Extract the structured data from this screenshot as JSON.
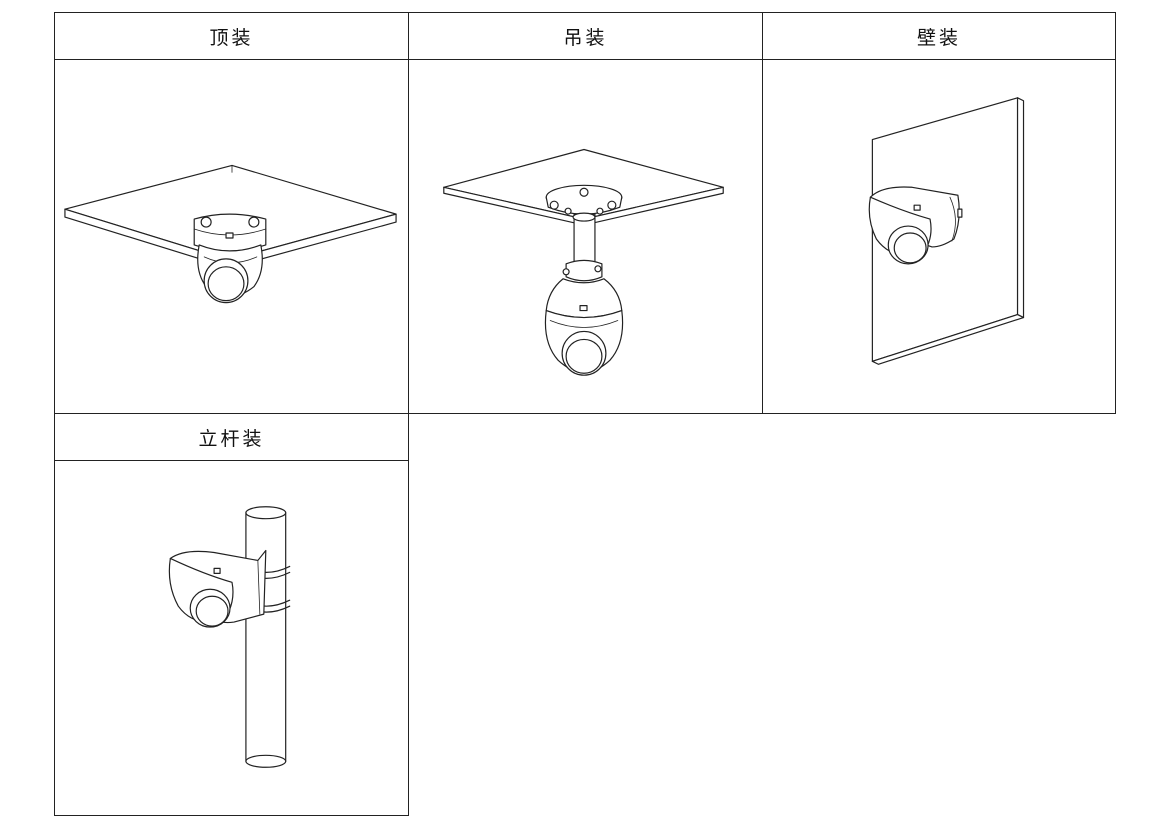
{
  "mounts": [
    {
      "label": "顶装",
      "icon": "ceiling-mount-camera-icon"
    },
    {
      "label": "吊装",
      "icon": "pendant-mount-camera-icon"
    },
    {
      "label": "壁装",
      "icon": "wall-mount-camera-icon"
    },
    {
      "label": "立杆装",
      "icon": "pole-mount-camera-icon"
    }
  ]
}
